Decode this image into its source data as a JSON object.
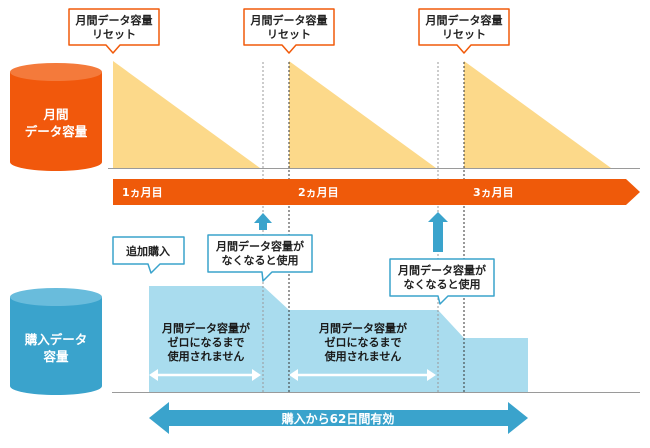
{
  "cylinders": {
    "monthly": {
      "line1": "月間",
      "line2": "データ容量",
      "color": "#f1580c"
    },
    "purchased": {
      "line1": "購入データ",
      "line2": "容量",
      "color": "#3aa3cc"
    }
  },
  "reset_callouts": [
    {
      "line1": "月間データ容量",
      "line2": "リセット"
    },
    {
      "line1": "月間データ容量",
      "line2": "リセット"
    },
    {
      "line1": "月間データ容量",
      "line2": "リセット"
    }
  ],
  "timeline": {
    "months": [
      "1ヵ月目",
      "2ヵ月目",
      "3ヵ月目"
    ],
    "color": "#ef5a0a"
  },
  "purchase_callout": {
    "label": "追加購入"
  },
  "usage_callouts": [
    {
      "line1": "月間データ容量が",
      "line2": "なくなると使用"
    },
    {
      "line1": "月間データ容量が",
      "line2": "なくなると使用"
    }
  ],
  "not_used_notes": [
    {
      "line1": "月間データ容量が",
      "line2": "ゼロになるまで",
      "line3": "使用されません"
    },
    {
      "line1": "月間データ容量が",
      "line2": "ゼロになるまで",
      "line3": "使用されません"
    }
  ],
  "validity": {
    "label": "購入から62日間有効",
    "color": "#3aa3cc"
  },
  "colors": {
    "monthly_fill": "#fcd98a",
    "purchased_fill": "#a9dcee",
    "callout_border": "#f15a0a",
    "purchase_border": "#3aa3cc",
    "usage_arrow": "#3aa3cc"
  }
}
